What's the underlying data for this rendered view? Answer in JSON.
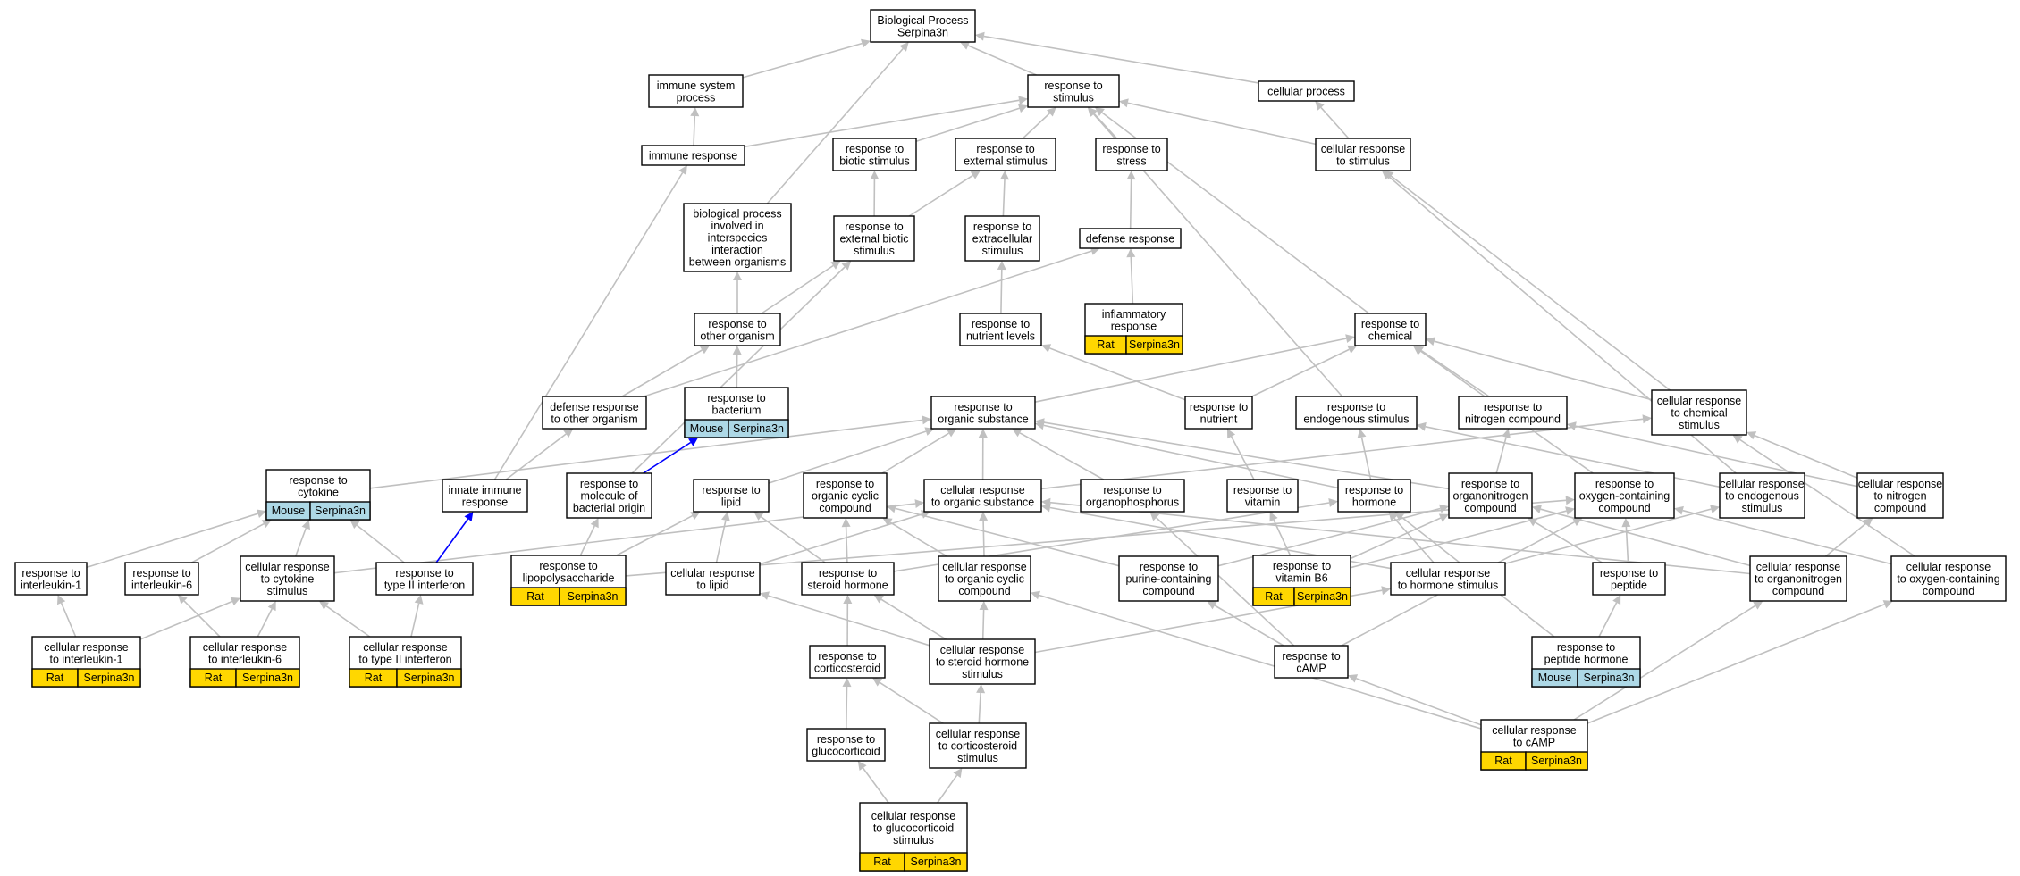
{
  "colors": {
    "edge": "#c0c0c0",
    "highlight": "#0000ff",
    "rat": "#ffd700",
    "mouse": "#add8e6"
  },
  "nodes": {
    "bp": [
      "Biological Process",
      "Serpina3n"
    ],
    "immune_system": [
      "immune system",
      "process"
    ],
    "stimulus": [
      "response to",
      "stimulus"
    ],
    "cellular_process": [
      "cellular process"
    ],
    "immune_response": [
      "immune response"
    ],
    "biotic": [
      "response to",
      "biotic stimulus"
    ],
    "external": [
      "response to",
      "external stimulus"
    ],
    "stress": [
      "response to",
      "stress"
    ],
    "cell_stimulus": [
      "cellular response",
      "to stimulus"
    ],
    "interspecies": [
      "biological process",
      "involved in",
      "interspecies",
      "interaction",
      "between organisms"
    ],
    "ext_biotic": [
      "response to",
      "external biotic",
      "stimulus"
    ],
    "extracellular": [
      "response to",
      "extracellular",
      "stimulus"
    ],
    "defense": [
      "defense response"
    ],
    "inflammatory": [
      "inflammatory",
      "response"
    ],
    "other_org": [
      "response to",
      "other organism"
    ],
    "nutrient_levels": [
      "response to",
      "nutrient levels"
    ],
    "chemical": [
      "response to",
      "chemical"
    ],
    "def_other": [
      "defense response",
      "to other organism"
    ],
    "bacterium": [
      "response to",
      "bacterium"
    ],
    "organic": [
      "response to",
      "organic substance"
    ],
    "nutrient": [
      "response to",
      "nutrient"
    ],
    "endogenous": [
      "response to",
      "endogenous stimulus"
    ],
    "nitrogen": [
      "response to",
      "nitrogen compound"
    ],
    "cell_chemical": [
      "cellular response",
      "to chemical",
      "stimulus"
    ],
    "cytokine": [
      "response to",
      "cytokine"
    ],
    "innate": [
      "innate immune",
      "response"
    ],
    "mol_bact": [
      "response to",
      "molecule of",
      "bacterial origin"
    ],
    "lipid": [
      "response to",
      "lipid"
    ],
    "org_cyclic": [
      "response to",
      "organic cyclic",
      "compound"
    ],
    "cell_organic": [
      "cellular response",
      "to organic substance"
    ],
    "organophos": [
      "response to",
      "organophosphorus"
    ],
    "vitamin": [
      "response to",
      "vitamin"
    ],
    "hormone": [
      "response to",
      "hormone"
    ],
    "organonitro": [
      "response to",
      "organonitrogen",
      "compound"
    ],
    "oxygen": [
      "response to",
      "oxygen-containing",
      "compound"
    ],
    "cell_endog": [
      "cellular response",
      "to endogenous",
      "stimulus"
    ],
    "cell_nitrogen": [
      "cellular response",
      "to nitrogen",
      "compound"
    ],
    "il1": [
      "response to",
      "interleukin-1"
    ],
    "il6": [
      "response to",
      "interleukin-6"
    ],
    "cell_cytokine": [
      "cellular response",
      "to cytokine",
      "stimulus"
    ],
    "type2": [
      "response to",
      "type II interferon"
    ],
    "lps": [
      "response to",
      "lipopolysaccharide"
    ],
    "cell_lipid": [
      "cellular response",
      "to lipid"
    ],
    "steroid": [
      "response to",
      "steroid hormone"
    ],
    "cell_orgcyclic": [
      "cellular response",
      "to organic cyclic",
      "compound"
    ],
    "purine": [
      "response to",
      "purine-containing",
      "compound"
    ],
    "vitb6": [
      "response to",
      "vitamin B6"
    ],
    "cell_hormone": [
      "cellular response",
      "to hormone stimulus"
    ],
    "peptide": [
      "response to",
      "peptide"
    ],
    "cell_organonitro": [
      "cellular response",
      "to organonitrogen",
      "compound"
    ],
    "cell_oxygen": [
      "cellular response",
      "to oxygen-containing",
      "compound"
    ],
    "cell_il1": [
      "cellular response",
      "to interleukin-1"
    ],
    "cell_il6": [
      "cellular response",
      "to interleukin-6"
    ],
    "cell_type2": [
      "cellular response",
      "to type II interferon"
    ],
    "corticosteroid": [
      "response to",
      "corticosteroid"
    ],
    "cell_steroid": [
      "cellular response",
      "to steroid hormone",
      "stimulus"
    ],
    "camp": [
      "response to",
      "cAMP"
    ],
    "pep_hormone": [
      "response to",
      "peptide hormone"
    ],
    "glucocorticoid": [
      "response to",
      "glucocorticoid"
    ],
    "cell_cortico": [
      "cellular response",
      "to corticosteroid",
      "stimulus"
    ],
    "cell_camp": [
      "cellular response",
      "to cAMP"
    ],
    "cell_gluco": [
      "cellular response",
      "to glucocorticoid",
      "stimulus"
    ]
  },
  "annotations": {
    "inflammatory": [
      "Rat",
      "Serpina3n"
    ],
    "bacterium": [
      "Mouse",
      "Serpina3n"
    ],
    "cytokine": [
      "Mouse",
      "Serpina3n"
    ],
    "lps": [
      "Rat",
      "Serpina3n"
    ],
    "vitb6": [
      "Rat",
      "Serpina3n"
    ],
    "cell_il1": [
      "Rat",
      "Serpina3n"
    ],
    "cell_il6": [
      "Rat",
      "Serpina3n"
    ],
    "cell_type2": [
      "Rat",
      "Serpina3n"
    ],
    "pep_hormone": [
      "Mouse",
      "Serpina3n"
    ],
    "cell_camp": [
      "Rat",
      "Serpina3n"
    ],
    "cell_gluco": [
      "Rat",
      "Serpina3n"
    ]
  },
  "edges": [
    [
      "immune_system",
      "bp"
    ],
    [
      "stimulus",
      "bp"
    ],
    [
      "cellular_process",
      "bp"
    ],
    [
      "interspecies",
      "bp"
    ],
    [
      "immune_response",
      "immune_system"
    ],
    [
      "immune_response",
      "stimulus"
    ],
    [
      "biotic",
      "stimulus"
    ],
    [
      "external",
      "stimulus"
    ],
    [
      "stress",
      "stimulus"
    ],
    [
      "cell_stimulus",
      "stimulus"
    ],
    [
      "cell_stimulus",
      "cellular_process"
    ],
    [
      "ext_biotic",
      "biotic"
    ],
    [
      "ext_biotic",
      "external"
    ],
    [
      "extracellular",
      "external"
    ],
    [
      "defense",
      "stress"
    ],
    [
      "inflammatory",
      "defense"
    ],
    [
      "other_org",
      "interspecies"
    ],
    [
      "other_org",
      "ext_biotic"
    ],
    [
      "nutrient_levels",
      "extracellular"
    ],
    [
      "chemical",
      "stimulus"
    ],
    [
      "def_other",
      "other_org"
    ],
    [
      "def_other",
      "defense"
    ],
    [
      "bacterium",
      "other_org"
    ],
    [
      "organic",
      "chemical"
    ],
    [
      "nutrient",
      "nutrient_levels"
    ],
    [
      "nutrient",
      "chemical"
    ],
    [
      "endogenous",
      "stimulus"
    ],
    [
      "nitrogen",
      "chemical"
    ],
    [
      "cell_chemical",
      "chemical"
    ],
    [
      "cell_chemical",
      "cell_stimulus"
    ],
    [
      "cytokine",
      "organic"
    ],
    [
      "innate",
      "immune_response"
    ],
    [
      "innate",
      "def_other"
    ],
    [
      "mol_bact",
      "ext_biotic"
    ],
    [
      "mol_bact",
      "bacterium",
      "hl"
    ],
    [
      "lipid",
      "organic"
    ],
    [
      "org_cyclic",
      "organic"
    ],
    [
      "cell_organic",
      "organic"
    ],
    [
      "cell_organic",
      "cell_chemical"
    ],
    [
      "organophos",
      "organic"
    ],
    [
      "vitamin",
      "nutrient"
    ],
    [
      "hormone",
      "organic"
    ],
    [
      "hormone",
      "endogenous"
    ],
    [
      "organonitro",
      "organic"
    ],
    [
      "organonitro",
      "nitrogen"
    ],
    [
      "oxygen",
      "chemical"
    ],
    [
      "cell_endog",
      "endogenous"
    ],
    [
      "cell_endog",
      "cell_stimulus"
    ],
    [
      "cell_nitrogen",
      "nitrogen"
    ],
    [
      "cell_nitrogen",
      "cell_chemical"
    ],
    [
      "il1",
      "cytokine"
    ],
    [
      "il6",
      "cytokine"
    ],
    [
      "cell_cytokine",
      "cytokine"
    ],
    [
      "cell_cytokine",
      "cell_organic"
    ],
    [
      "type2",
      "cytokine"
    ],
    [
      "type2",
      "innate",
      "hl"
    ],
    [
      "lps",
      "mol_bact"
    ],
    [
      "lps",
      "lipid"
    ],
    [
      "lps",
      "oxygen"
    ],
    [
      "cell_lipid",
      "lipid"
    ],
    [
      "cell_lipid",
      "cell_organic"
    ],
    [
      "steroid",
      "lipid"
    ],
    [
      "steroid",
      "org_cyclic"
    ],
    [
      "steroid",
      "hormone"
    ],
    [
      "cell_orgcyclic",
      "org_cyclic"
    ],
    [
      "cell_orgcyclic",
      "cell_organic"
    ],
    [
      "purine",
      "org_cyclic"
    ],
    [
      "purine",
      "organonitro"
    ],
    [
      "vitb6",
      "vitamin"
    ],
    [
      "vitb6",
      "organonitro"
    ],
    [
      "vitb6",
      "oxygen"
    ],
    [
      "cell_hormone",
      "hormone"
    ],
    [
      "cell_hormone",
      "cell_endog"
    ],
    [
      "cell_hormone",
      "cell_organic"
    ],
    [
      "peptide",
      "organonitro"
    ],
    [
      "peptide",
      "oxygen"
    ],
    [
      "cell_organonitro",
      "organonitro"
    ],
    [
      "cell_organonitro",
      "cell_nitrogen"
    ],
    [
      "cell_organonitro",
      "cell_organic"
    ],
    [
      "cell_oxygen",
      "oxygen"
    ],
    [
      "cell_oxygen",
      "cell_chemical"
    ],
    [
      "cell_il1",
      "il1"
    ],
    [
      "cell_il1",
      "cell_cytokine"
    ],
    [
      "cell_il6",
      "il6"
    ],
    [
      "cell_il6",
      "cell_cytokine"
    ],
    [
      "cell_type2",
      "type2"
    ],
    [
      "cell_type2",
      "cell_cytokine"
    ],
    [
      "corticosteroid",
      "steroid"
    ],
    [
      "cell_steroid",
      "steroid"
    ],
    [
      "cell_steroid",
      "cell_lipid"
    ],
    [
      "cell_steroid",
      "cell_orgcyclic"
    ],
    [
      "cell_steroid",
      "cell_hormone"
    ],
    [
      "camp",
      "purine"
    ],
    [
      "camp",
      "organophos"
    ],
    [
      "camp",
      "oxygen"
    ],
    [
      "pep_hormone",
      "peptide"
    ],
    [
      "pep_hormone",
      "hormone"
    ],
    [
      "glucocorticoid",
      "corticosteroid"
    ],
    [
      "cell_cortico",
      "corticosteroid"
    ],
    [
      "cell_cortico",
      "cell_steroid"
    ],
    [
      "cell_camp",
      "camp"
    ],
    [
      "cell_camp",
      "cell_organonitro"
    ],
    [
      "cell_camp",
      "cell_oxygen"
    ],
    [
      "cell_camp",
      "cell_orgcyclic"
    ],
    [
      "cell_gluco",
      "glucocorticoid"
    ],
    [
      "cell_gluco",
      "cell_cortico"
    ]
  ]
}
